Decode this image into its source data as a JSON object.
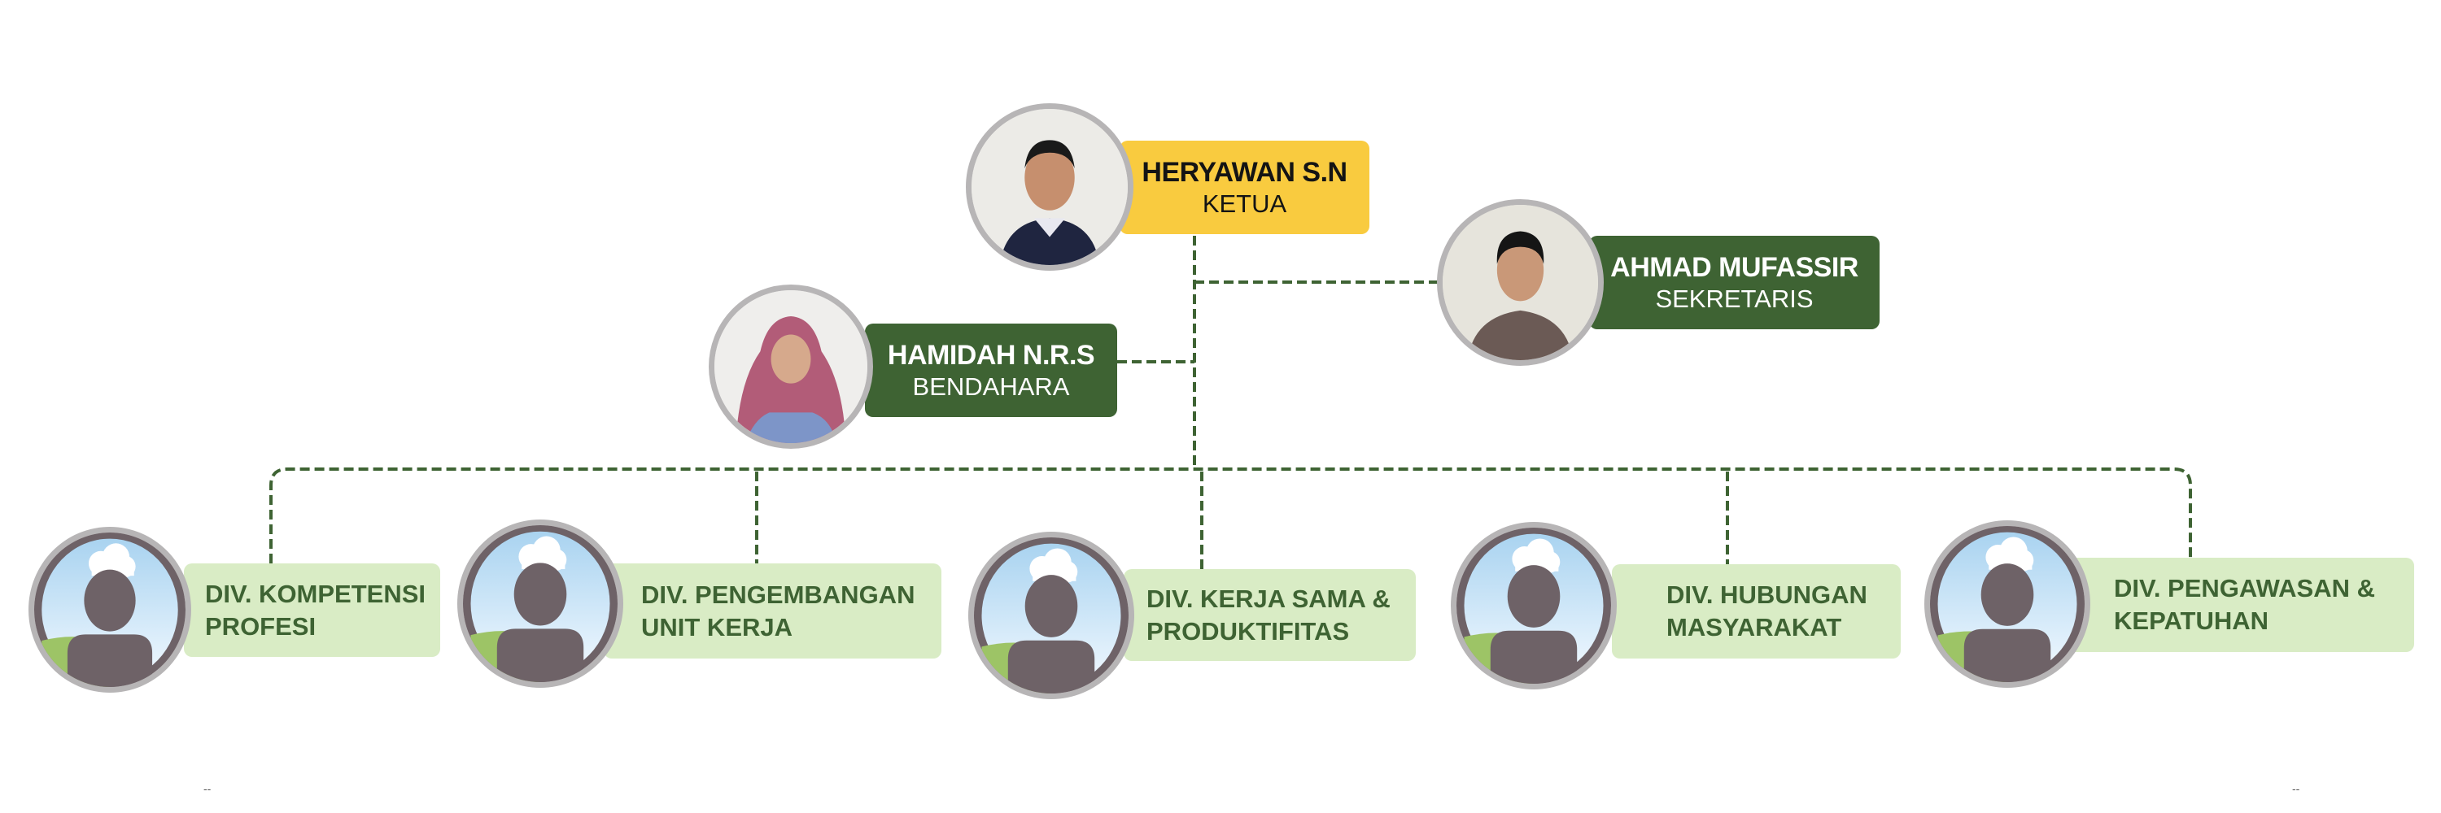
{
  "leaders": {
    "ketua": {
      "name": "HERYAWAN S.N",
      "role": "KETUA"
    },
    "sekretaris": {
      "name": "AHMAD MUFASSIR",
      "role": "SEKRETARIS"
    },
    "bendahara": {
      "name": "HAMIDAH N.R.S",
      "role": "BENDAHARA"
    }
  },
  "divisions": [
    {
      "line1": "DIV. KOMPETENSI",
      "line2": "PROFESI"
    },
    {
      "line1": "DIV. PENGEMBANGAN",
      "line2": "UNIT KERJA"
    },
    {
      "line1": "DIV. KERJA SAMA &",
      "line2": "PRODUKTIFITAS"
    },
    {
      "line1": "DIV. HUBUNGAN",
      "line2": "MASYARAKAT"
    },
    {
      "line1": "DIV. PENGAWASAN &",
      "line2": "KEPATUHAN"
    }
  ],
  "footer_marks": [
    "--",
    "--"
  ],
  "colors": {
    "ketua_box": "#f9cb3f",
    "officer_box": "#3e6333",
    "division_box": "#d9ecc5",
    "division_text": "#3e6333",
    "connector": "#3e6333",
    "avatar_border": "#b7b5b6"
  }
}
